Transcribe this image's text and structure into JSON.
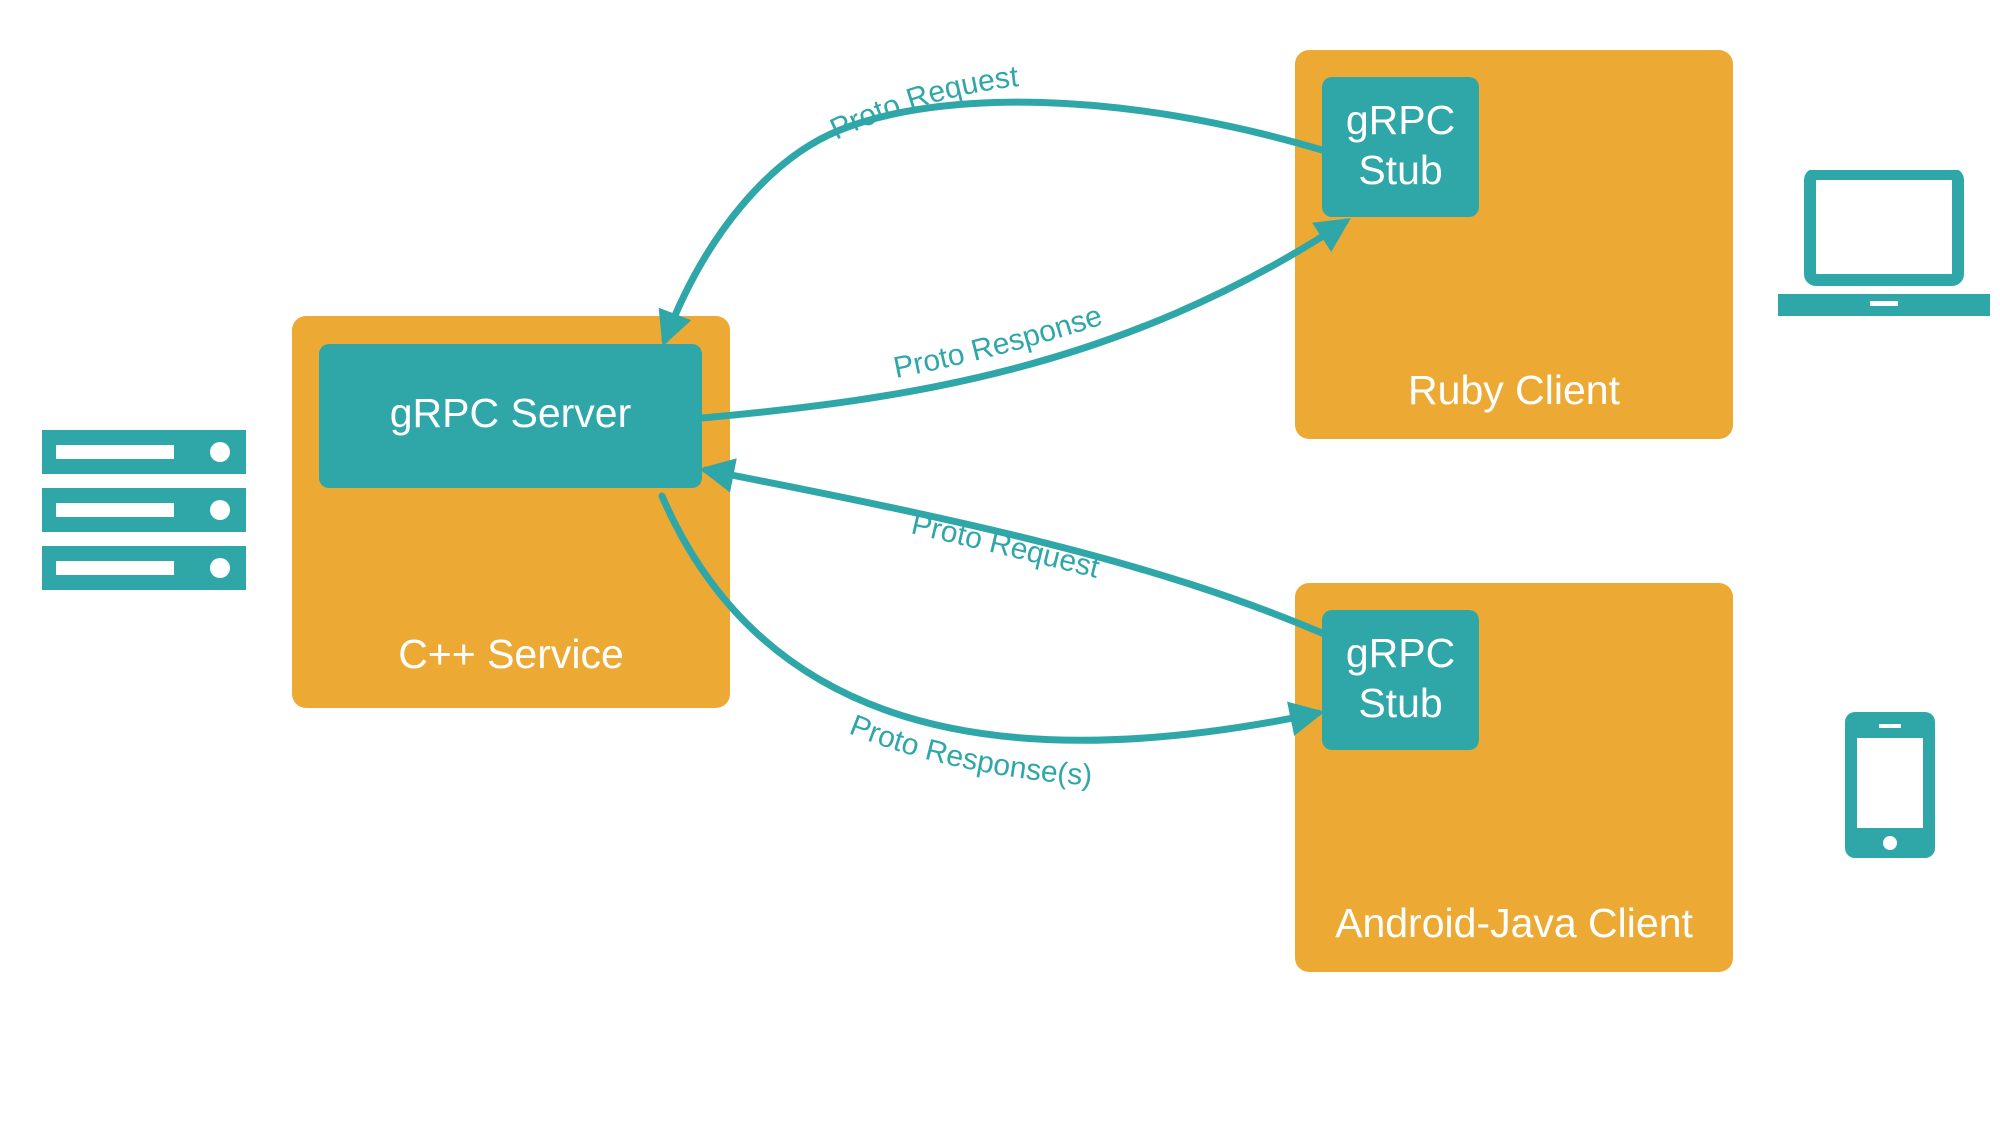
{
  "colors": {
    "container": "#ecaa35",
    "accent": "#2fa7a9",
    "text_on_color": "#ffffff",
    "background": "#ffffff"
  },
  "server": {
    "inner_label": "gRPC Server",
    "container_label": "C++ Service"
  },
  "ruby": {
    "stub_line1": "gRPC",
    "stub_line2": "Stub",
    "container_label": "Ruby Client"
  },
  "android": {
    "stub_line1": "gRPC",
    "stub_line2": "Stub",
    "container_label": "Android-Java Client"
  },
  "edges": {
    "ruby_request": "Proto Request",
    "ruby_response": "Proto Response",
    "android_request": "Proto Request",
    "android_response": "Proto Response(s)"
  },
  "icons": {
    "server": "server-rack-icon",
    "laptop": "laptop-icon",
    "phone": "smartphone-icon"
  }
}
